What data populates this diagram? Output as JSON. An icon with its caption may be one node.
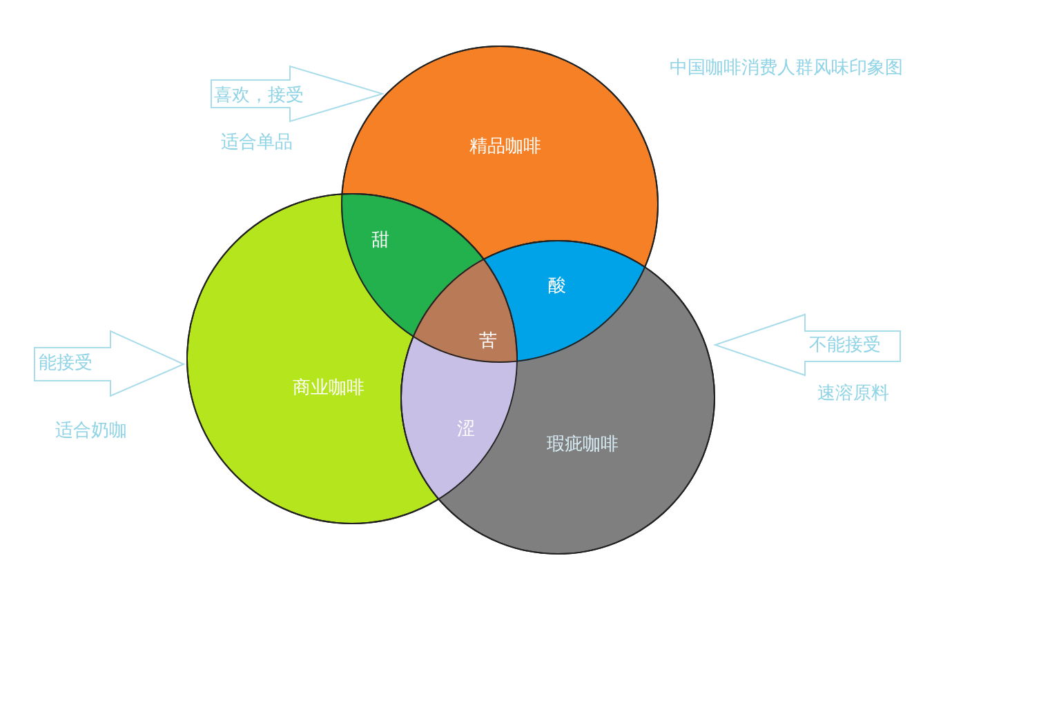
{
  "diagram": {
    "title": "中国咖啡消费人群风味印象图",
    "nodes": [
      {
        "text": [
          "精品咖啡"
        ]
      },
      {
        "text": [
          "商业咖啡"
        ]
      },
      {
        "text": [
          "瑕疵咖啡"
        ]
      },
      {
        "text": [
          "喜欢，接受"
        ],
        "beside": [
          "适合单品"
        ]
      },
      {
        "text": [
          "能接受"
        ],
        "beside": [
          "适合奶咖"
        ]
      },
      {
        "text": [
          "不能接受"
        ],
        "beside": [
          "速溶原料"
        ]
      }
    ],
    "edges": [],
    "labels": [
      "甜",
      "酸",
      "苦",
      "涩"
    ]
  }
}
